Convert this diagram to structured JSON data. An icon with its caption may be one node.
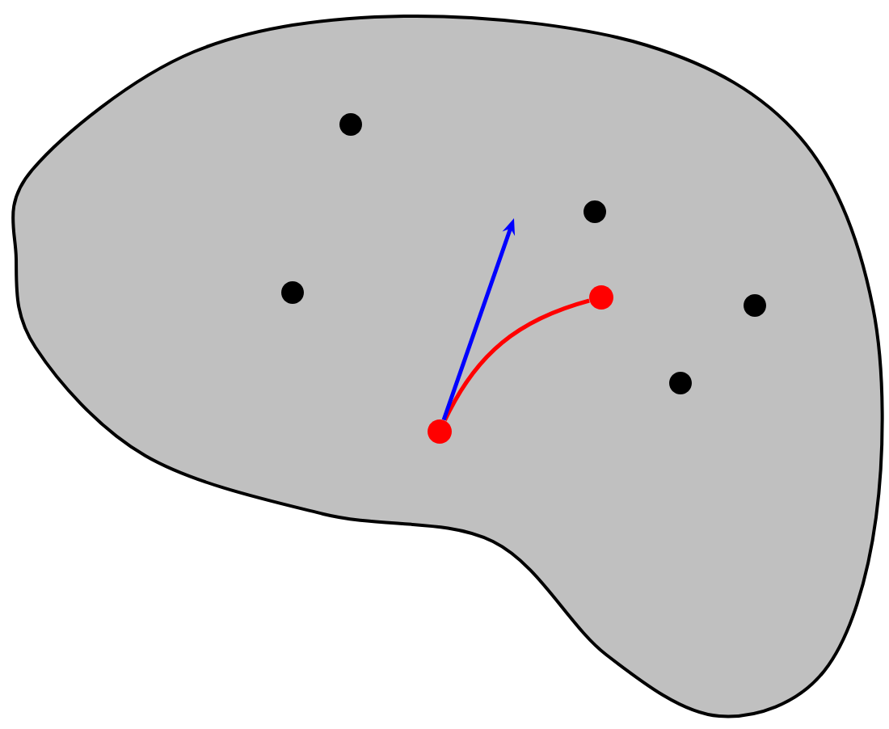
{
  "diagram": {
    "nodes": [
      {
        "text": [],
        "shape": "circle"
      },
      {
        "text": [],
        "shape": "circle"
      }
    ],
    "edges": [
      {
        "from": 0,
        "to": 1,
        "arrow": "none",
        "color": "#ff0000"
      },
      {
        "from": 0,
        "to": null,
        "arrow": "to",
        "color": "#0000ff"
      }
    ]
  }
}
